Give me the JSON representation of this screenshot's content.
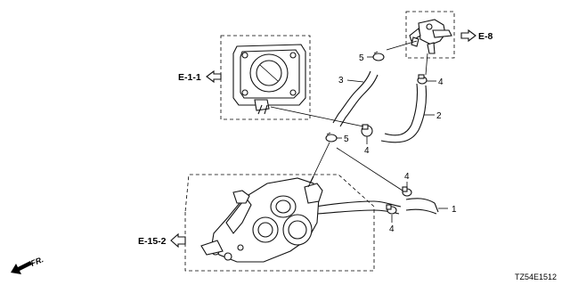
{
  "diagram": {
    "callouts": {
      "c1": "1",
      "c2": "2",
      "c3": "3",
      "c4a": "4",
      "c4b": "4",
      "c4c": "4",
      "c4d": "4",
      "c5a": "5",
      "c5b": "5"
    },
    "refs": {
      "throttle_body": "E-1-1",
      "thermostat_housing": "E-8",
      "intake_manifold": "E-15-2"
    },
    "direction": "FR.",
    "diagram_code": "TZ54E1512"
  }
}
